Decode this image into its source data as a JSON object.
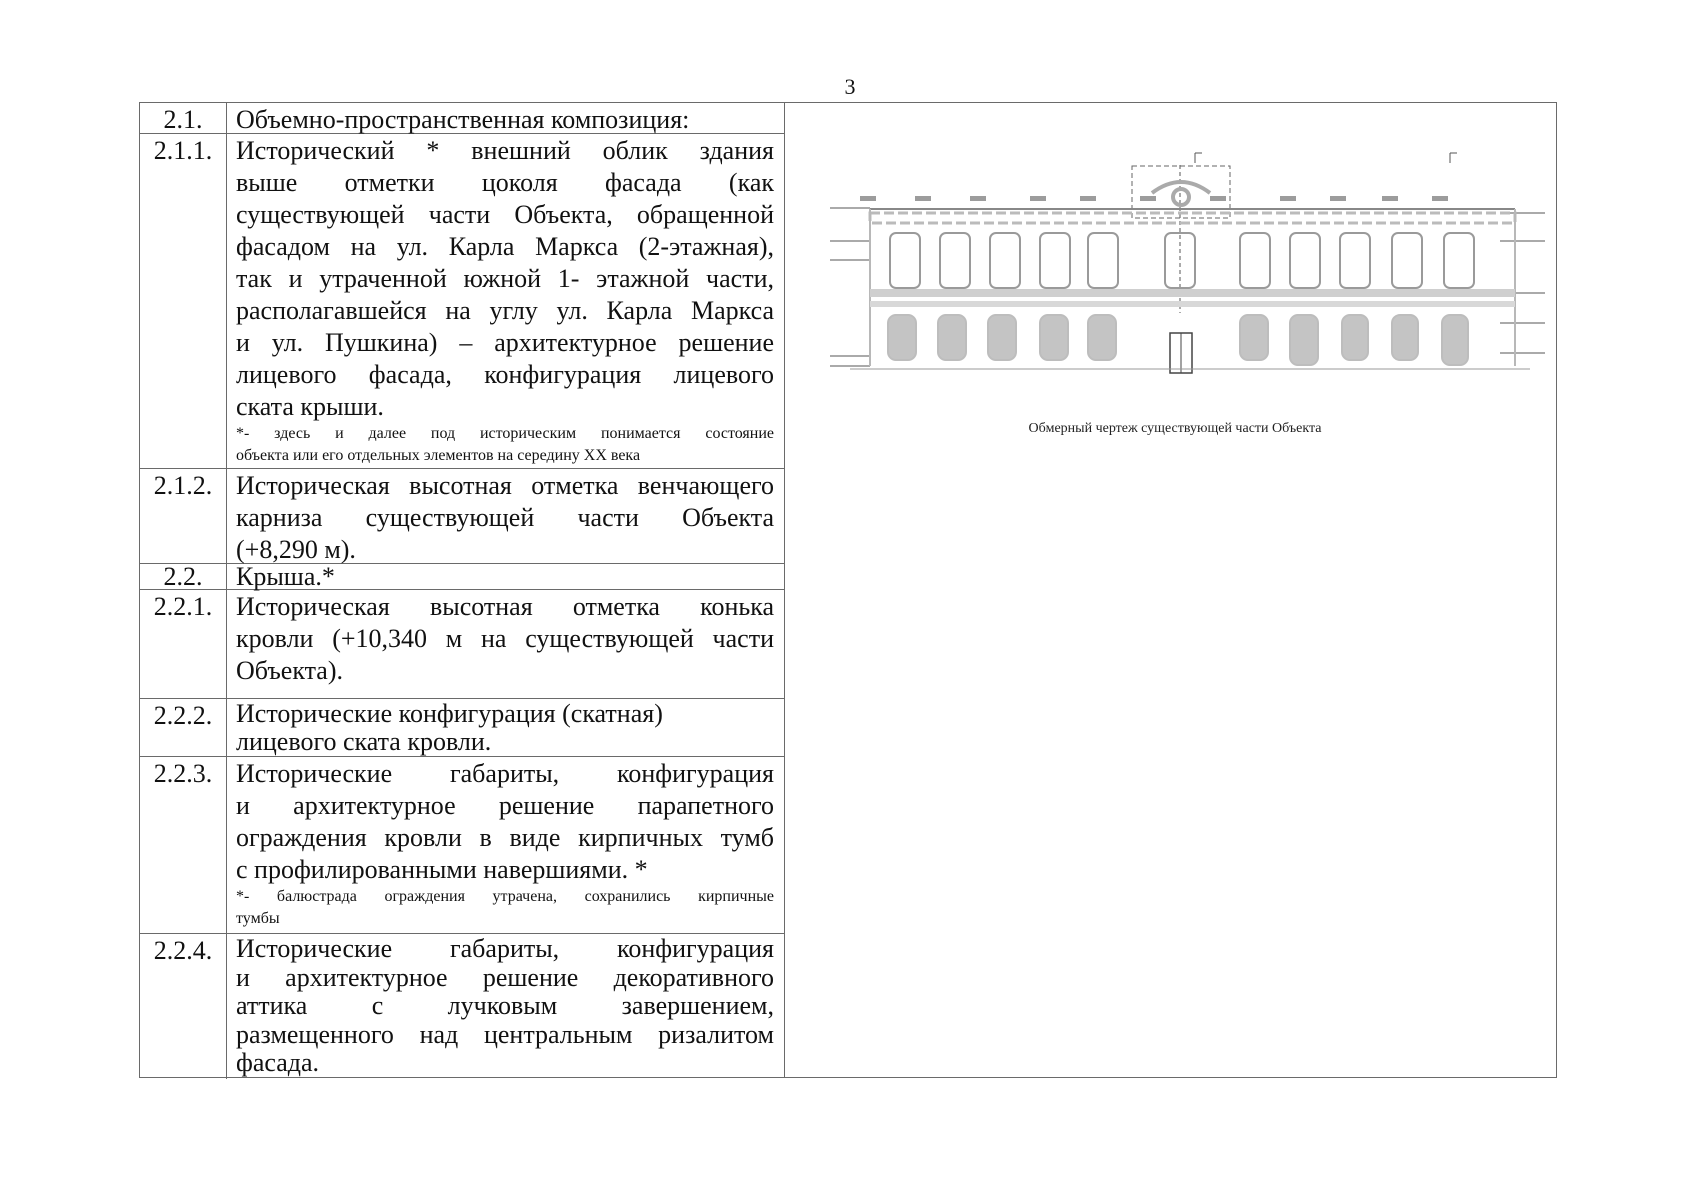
{
  "page": {
    "number": "3"
  },
  "rows": [
    {
      "num": "2.1.",
      "lines": [
        "Объемно-пространственная композиция:"
      ],
      "note": []
    },
    {
      "num": "2.1.1.",
      "lines": [
        "Исторический * внешний облик здания",
        "выше отметки цоколя фасада (как",
        "существующей части Объекта, обращенной",
        "фасадом на ул. Карла Маркса (2-этажная),",
        "так и утраченной южной 1- этажной части,",
        "располагавшейся на углу ул. Карла Маркса",
        "и ул. Пушкина) – архитектурное решение",
        "лицевого фасада, конфигурация лицевого",
        "ската крыши."
      ],
      "note": [
        "*- здесь и далее под историческим понимается состояние",
        "объекта или его отдельных элементов на середину XX века"
      ]
    },
    {
      "num": "2.1.2.",
      "lines": [
        "Историческая высотная отметка венчающего",
        "карниза существующей части Объекта",
        "(+8,290 м)."
      ],
      "note": []
    },
    {
      "num": "2.2.",
      "lines": [
        "Крыша.*"
      ],
      "note": []
    },
    {
      "num": "2.2.1.",
      "lines": [
        "Историческая высотная отметка конька",
        "кровли (+10,340 м на существующей части",
        "Объекта)."
      ],
      "note": []
    },
    {
      "num": "2.2.2.",
      "lines": [
        "Исторические конфигурация (скатная)",
        "лицевого ската кровли."
      ],
      "note": []
    },
    {
      "num": "2.2.3.",
      "lines": [
        "Исторические габариты, конфигурация",
        "и архитектурное решение парапетного",
        "ограждения кровли в виде кирпичных тумб",
        "с профилированными навершиями. *"
      ],
      "note": [
        "*- балюстрада ограждения утрачена, сохранились кирпичные",
        "тумбы"
      ]
    },
    {
      "num": "2.2.4.",
      "lines": [
        "Исторические габариты, конфигурация",
        "и архитектурное решение декоративного",
        "аттика с лучковым завершением,",
        "размещенного над центральным ризалитом",
        "фасада."
      ],
      "note": []
    }
  ],
  "figure": {
    "caption": "Обмерный чертеж существующей части Объекта",
    "description": "facade-measurement-drawing"
  }
}
